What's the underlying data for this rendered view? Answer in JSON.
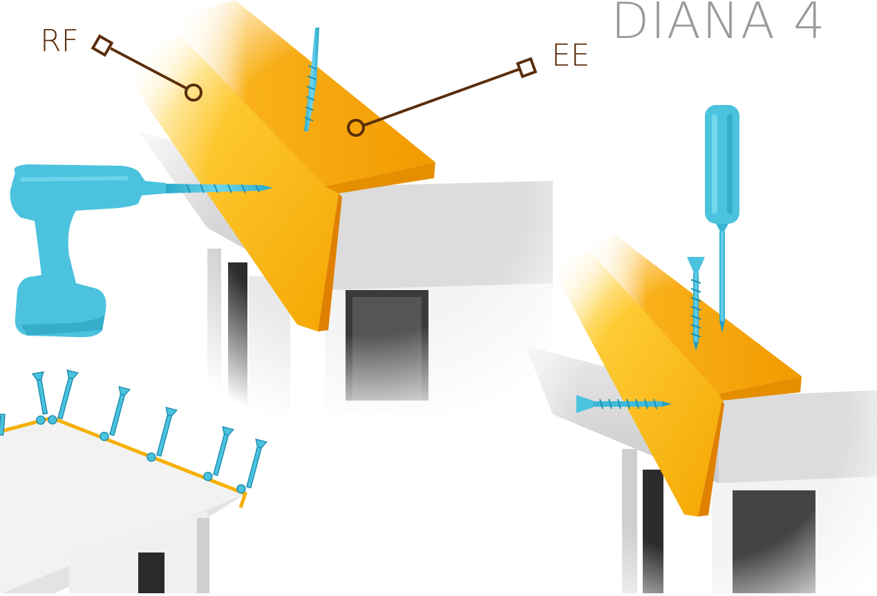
{
  "title": "DIANA 4",
  "callouts": {
    "rf": "RF",
    "ee": "EE"
  },
  "icons": [
    "cordless-drill-icon",
    "drill-bit-icon",
    "screwdriver-icon",
    "screw-icon"
  ],
  "colors": {
    "trim": "#f5b000",
    "trim_dark": "#e08c00",
    "tool": "#4cc3de",
    "tool_dark": "#1e8fb0",
    "callout": "#5a2e0c",
    "title": "#9a9a9a",
    "wall": "#dcdcdc"
  }
}
